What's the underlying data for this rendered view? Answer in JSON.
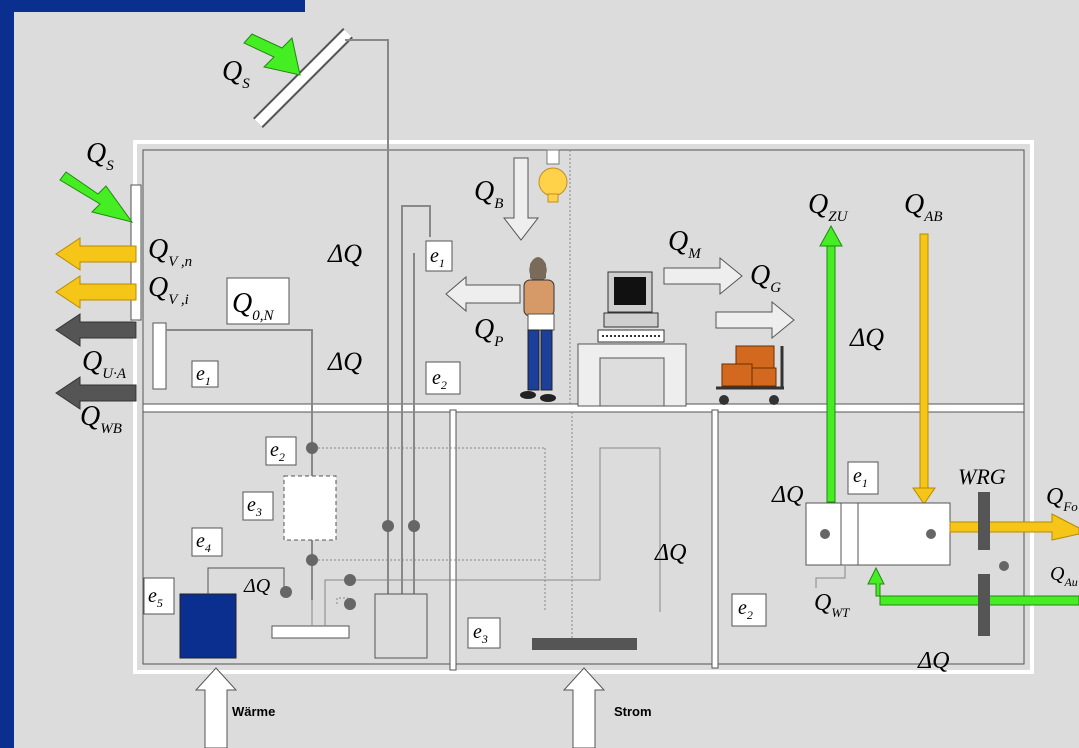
{
  "colors": {
    "background": "#dcdcdc",
    "frame_blue": "#0a2f8f",
    "gain_green": "#44ee22",
    "loss_yellow": "#f5c518",
    "loss_grey": "#555555",
    "store_blue": "#0b2f8f",
    "bulb": "#ffd24a"
  },
  "labels": {
    "qs_top": {
      "main": "Q",
      "sub": "S"
    },
    "qs_left": {
      "main": "Q",
      "sub": "S"
    },
    "qvn": {
      "main": "Q",
      "sub": "V ,n"
    },
    "qvi": {
      "main": "Q",
      "sub": "V ,i"
    },
    "qua": {
      "main": "Q",
      "sub": "U·A"
    },
    "qwb": {
      "main": "Q",
      "sub": "WB"
    },
    "q0n": {
      "main": "Q",
      "sub": "0,N"
    },
    "qb": {
      "main": "Q",
      "sub": "B"
    },
    "qp": {
      "main": "Q",
      "sub": "P"
    },
    "qm": {
      "main": "Q",
      "sub": "M"
    },
    "qg": {
      "main": "Q",
      "sub": "G"
    },
    "qzu": {
      "main": "Q",
      "sub": "ZU"
    },
    "qab": {
      "main": "Q",
      "sub": "AB"
    },
    "qwt": {
      "main": "Q",
      "sub": "WT"
    },
    "qfo": {
      "main": "Q",
      "sub": "Fo"
    },
    "qau": {
      "main": "Q",
      "sub": "Au"
    },
    "wrg": "WRG",
    "delta_q": "ΔQ",
    "e1": {
      "main": "e",
      "sub": "1"
    },
    "e2": {
      "main": "e",
      "sub": "2"
    },
    "e3": {
      "main": "e",
      "sub": "3"
    },
    "e4": {
      "main": "e",
      "sub": "4"
    },
    "e5": {
      "main": "e",
      "sub": "5"
    },
    "waerme": "Wärme",
    "strom": "Strom"
  }
}
